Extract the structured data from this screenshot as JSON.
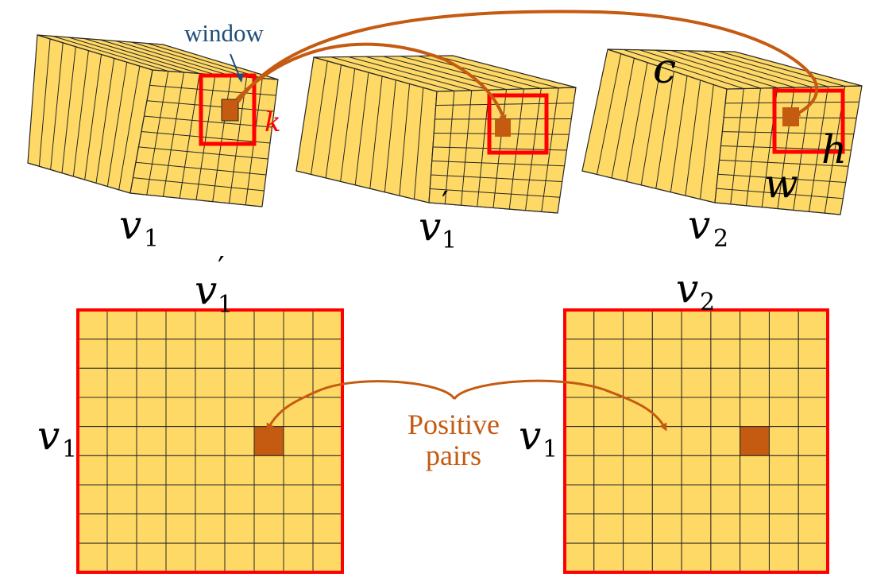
{
  "colors": {
    "cell_fill": "#FFD966",
    "grid_line": "#262626",
    "positive_cell": "#C55A11",
    "window_box": "#FF0000",
    "arrow": "#C55A11",
    "window_label": "#1F4E79",
    "positive_label": "#C55A11"
  },
  "top": {
    "window_label": "window",
    "k_label": "k",
    "c_label": "c",
    "h_label": "h",
    "w_label": "w",
    "views": [
      {
        "var": "v",
        "sub": "1",
        "prime": ""
      },
      {
        "var": "v",
        "sub": "1",
        "prime": "′"
      },
      {
        "var": "v",
        "sub": "2",
        "prime": ""
      }
    ]
  },
  "bottom": {
    "left_matrix": {
      "col_label": {
        "var": "v",
        "sub": "1",
        "prime": "′"
      },
      "row_label": {
        "var": "v",
        "sub": "1"
      }
    },
    "right_matrix": {
      "col_label": {
        "var": "v",
        "sub": "2",
        "prime": ""
      },
      "row_label": {
        "var": "v",
        "sub": "1"
      }
    },
    "positive_label_line1": "Positive",
    "positive_label_line2": "pairs",
    "grid_rows": 9,
    "grid_cols": 9,
    "highlight_cell": {
      "row": 4,
      "col": 6
    }
  }
}
